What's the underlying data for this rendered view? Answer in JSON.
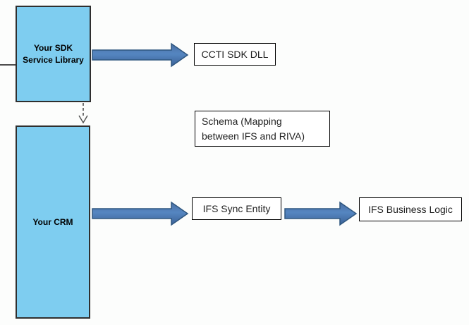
{
  "canvas": {
    "background": "#fcfdfc"
  },
  "palette": {
    "process_box_fill": "#7ecdf0",
    "process_box_border": "#2f2f2f",
    "label_box_border": "#000000",
    "arrow_fill_light": "#5586c1",
    "arrow_fill_dark": "#3b6196",
    "arrow_border": "#2e567f",
    "connector_gray": "#4d4d4d",
    "text_dark": "#1f1f1f"
  },
  "nodes": {
    "sdk_service_library": {
      "label": "Your SDK Service Library"
    },
    "crm": {
      "label": "Your CRM"
    },
    "ccti_sdk_dll": {
      "label": "CCTI SDK DLL"
    },
    "schema": {
      "lines": [
        "Schema (Mapping",
        "between IFS and RIVA)"
      ]
    },
    "ifs_sync_entity": {
      "label": "IFS Sync Entity"
    },
    "ifs_business_logic": {
      "label": "IFS Business Logic"
    }
  },
  "connectors": {
    "sdk_to_ccti": {
      "style": "solid-block-arrow",
      "direction": "right"
    },
    "sdk_to_crm": {
      "style": "dashed-open-arrow",
      "direction": "down"
    },
    "crm_to_sync": {
      "style": "solid-block-arrow",
      "direction": "right"
    },
    "sync_to_logic": {
      "style": "solid-block-arrow",
      "direction": "right"
    }
  }
}
